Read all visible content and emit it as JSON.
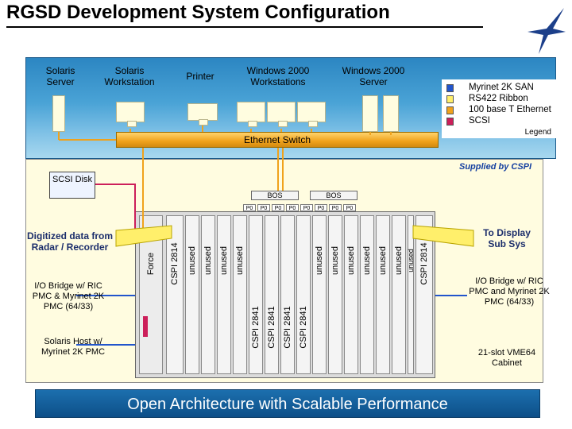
{
  "title": "RGSD Development System Configuration",
  "top": {
    "solaris_server": "Solaris Server",
    "solaris_workstation": "Solaris Workstation",
    "printer": "Printer",
    "win_workstations": "Windows 2000 Workstations",
    "win_server": "Windows 2000 Server"
  },
  "legend": {
    "items": [
      {
        "label": "Myrinet 2K SAN",
        "color": "#2255cc"
      },
      {
        "label": "RS422 Ribbon",
        "color": "#ffef6b"
      },
      {
        "label": "100 base T Ethernet",
        "color": "#f0a21c"
      },
      {
        "label": "SCSI",
        "color": "#cc1f5a"
      }
    ],
    "title": "Legend"
  },
  "switch_label": "Ethernet Switch",
  "supplied": "Supplied by CSPI",
  "scsi_disk": "SCSI Disk",
  "bos": [
    "BOS",
    "BOS"
  ],
  "p0_label": "P0",
  "left": {
    "digitized": "Digitized data from Radar / Recorder",
    "io_bridge": "I/O Bridge w/ RIC PMC & Myrinet 2K PMC (64/33)",
    "solaris_host": "Solaris Host w/ Myrinet 2K PMC"
  },
  "right": {
    "to_display": "To Display Sub Sys",
    "io_bridge": "I/O Bridge w/ RIC PMC and Myrinet 2K PMC (64/33)",
    "cabinet": "21-slot VME64 Cabinet"
  },
  "slots": [
    "Force",
    "CSPI 2814",
    "unused",
    "unused",
    "unused",
    "unused",
    "CSPI 2841",
    "CSPI 2841",
    "CSPI 2841",
    "CSPI 2841",
    "unused",
    "unused",
    "unused",
    "unused",
    "unused",
    "unused",
    "unused",
    "CSPI 2814"
  ],
  "banner": "Open Architecture with Scalable Performance",
  "colors": {
    "myrinet": "#2255cc",
    "ribbon": "#ffef6b",
    "ethernet": "#f0a21c",
    "scsi": "#cc1f5a"
  }
}
